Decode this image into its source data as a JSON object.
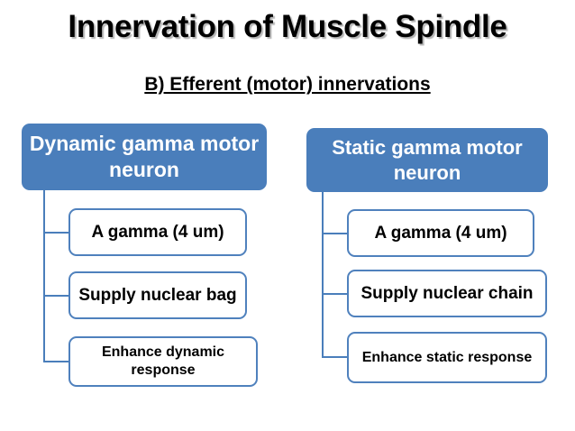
{
  "slide": {
    "title": "Innervation of Muscle Spindle",
    "subtitle": "B) Efferent (motor) innervations",
    "colors": {
      "header_fill": "#4a7ebb",
      "leaf_border": "#4f81bd",
      "leaf_fill": "#ffffff",
      "connector": "#4a7ebb",
      "text_dark": "#000000",
      "text_light": "#ffffff",
      "background": "#ffffff"
    }
  },
  "columns": [
    {
      "header": "Dynamic gamma motor neuron",
      "leaves": [
        "A gamma (4 um)",
        "Supply nuclear bag",
        "Enhance dynamic response"
      ]
    },
    {
      "header": "Static gamma motor neuron",
      "leaves": [
        "A gamma (4 um)",
        "Supply nuclear chain",
        "Enhance static response"
      ]
    }
  ]
}
